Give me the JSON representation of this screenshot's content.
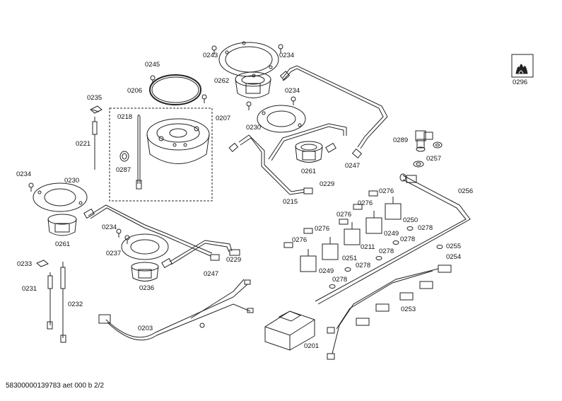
{
  "diagram": {
    "labels": {
      "p0243": "0243",
      "p0234a": "0234",
      "p0245": "0245",
      "p0206": "0206",
      "p0262": "0262",
      "p0234b": "0234",
      "p0296": "0296",
      "p0235": "0235",
      "p0218": "0218",
      "p0207": "0207",
      "p0230a": "0230",
      "p0221": "0221",
      "p0289": "0289",
      "p0257": "0257",
      "p0287": "0287",
      "p0261a": "0261",
      "p0247a": "0247",
      "p0234c": "0234",
      "p0230b": "0230",
      "p0229a": "0229",
      "p0256": "0256",
      "p0215": "0215",
      "p0276a": "0276",
      "p0276b": "0276",
      "p0276c": "0276",
      "p0250": "0250",
      "p0234d": "0234",
      "p0278a": "0278",
      "p0276d": "0276",
      "p0249a": "0249",
      "p0278b": "0278",
      "p0261b": "0261",
      "p0237": "0237",
      "p0276e": "0276",
      "p0211": "0211",
      "p0278c": "0278",
      "p0255": "0255",
      "p0229b": "0229",
      "p0251": "0251",
      "p0254": "0254",
      "p0233": "0233",
      "p0247b": "0247",
      "p0278d": "0278",
      "p0249b": "0249",
      "p0236": "0236",
      "p0278e": "0278",
      "p0231": "0231",
      "p0232": "0232",
      "p0253": "0253",
      "p0203": "0203",
      "p0201": "0201"
    },
    "footer": "58300000139783 aet 000 b 2/2",
    "line_color": "#222222"
  }
}
